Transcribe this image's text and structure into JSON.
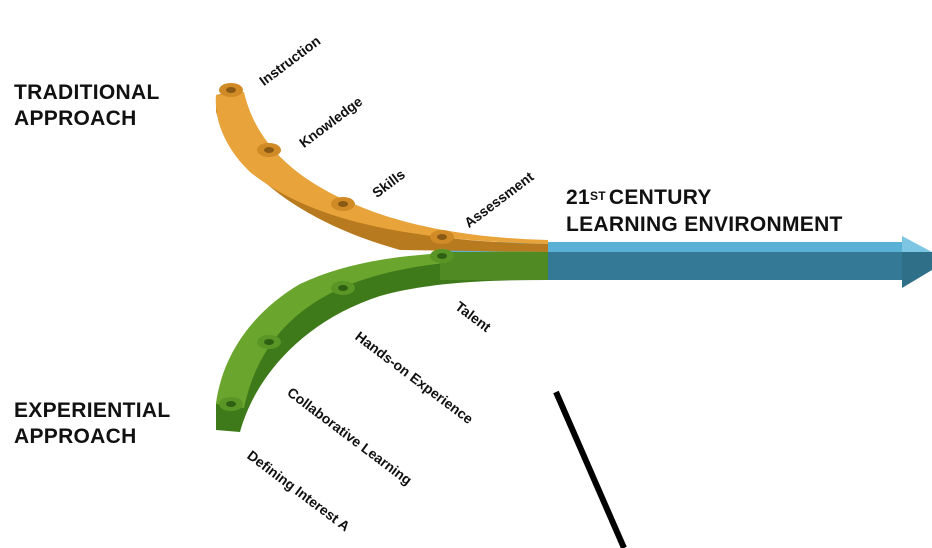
{
  "headings": {
    "traditional": [
      "TRADITIONAL",
      "APPROACH"
    ],
    "experiential": [
      "EXPERIENTIAL",
      "APPROACH"
    ],
    "century_num": "21",
    "century_sup": "ST",
    "century_line1_rest": "CENTURY",
    "century_line2": "LEARNING ENVIRONMENT"
  },
  "traditional_steps": [
    "Instruction",
    "Knowledge",
    "Skills",
    "Assessment"
  ],
  "experiential_steps": [
    "Talent",
    "Hands-on Experience",
    "Collaborative Learning",
    "Defining Interest A"
  ],
  "colors": {
    "traditional": "#e8a33a",
    "traditional_dark": "#b87a1e",
    "experiential": "#6aa52e",
    "experiential_dark": "#3f7a1a",
    "arrow_top": "#5bb0d6",
    "arrow_front": "#347a96"
  }
}
